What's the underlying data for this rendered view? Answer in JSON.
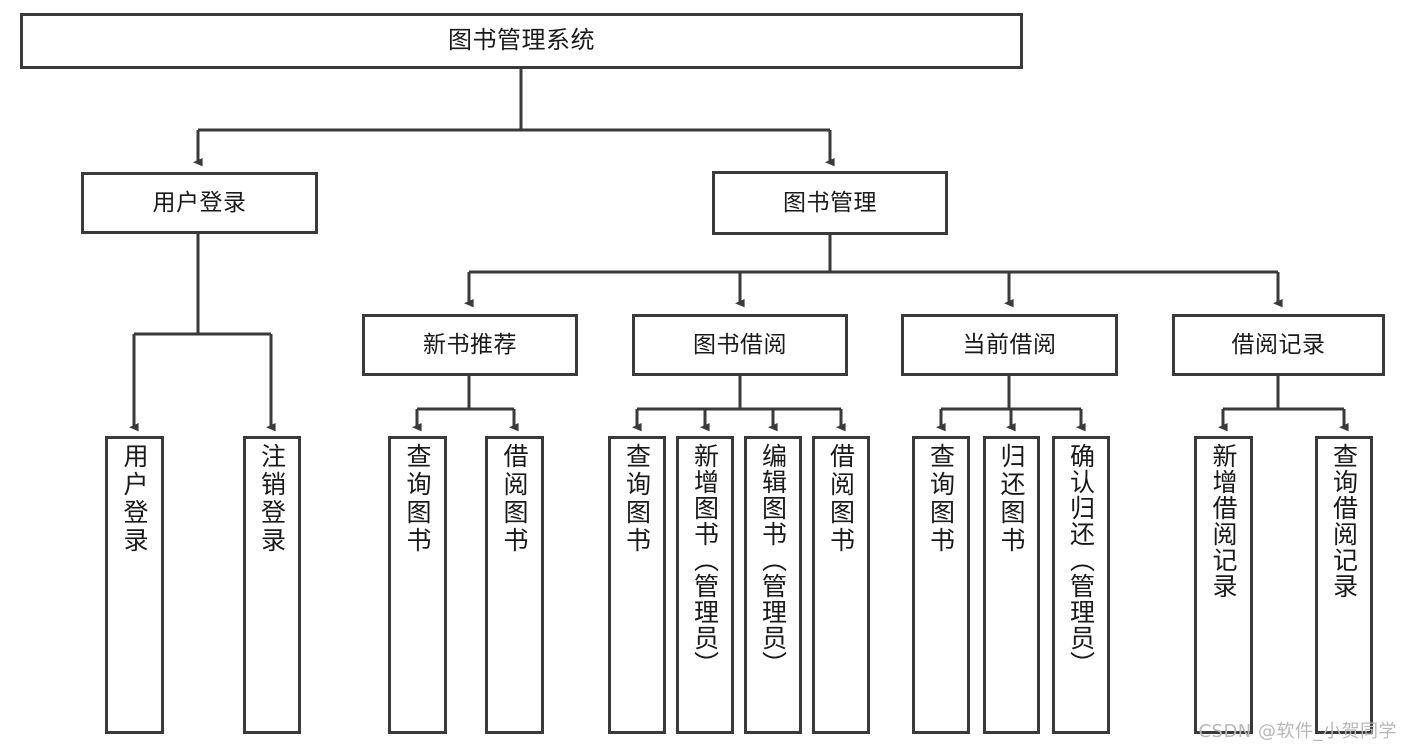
{
  "diagram": {
    "title": "图书管理系统",
    "watermark": "CSDN @软件_小贺同学",
    "colors": {
      "stroke": "#3a3a3a",
      "fill": "#ffffff",
      "text": "#1a1a1a",
      "watermark": "#b8b8b8"
    },
    "nodes": {
      "root": {
        "label": "图书管理系统"
      },
      "level2": [
        {
          "id": "user-login",
          "label": "用户登录"
        },
        {
          "id": "book-manage",
          "label": "图书管理"
        }
      ],
      "level3": [
        {
          "id": "new-book-recommend",
          "label": "新书推荐"
        },
        {
          "id": "book-borrow",
          "label": "图书借阅"
        },
        {
          "id": "current-borrow",
          "label": "当前借阅"
        },
        {
          "id": "borrow-record",
          "label": "借阅记录"
        }
      ],
      "leaves": [
        {
          "id": "leaf-user-login",
          "label": "用户登录",
          "parent": "user-login"
        },
        {
          "id": "leaf-logout-login",
          "label": "注销登录",
          "parent": "user-login"
        },
        {
          "id": "leaf-query-book-1",
          "label": "查询图书",
          "parent": "new-book-recommend"
        },
        {
          "id": "leaf-borrow-book-1",
          "label": "借阅图书",
          "parent": "new-book-recommend"
        },
        {
          "id": "leaf-query-book-2",
          "label": "查询图书",
          "parent": "book-borrow"
        },
        {
          "id": "leaf-add-book",
          "label": "新增图书（管理员）",
          "parent": "book-borrow"
        },
        {
          "id": "leaf-edit-book",
          "label": "编辑图书（管理员）",
          "parent": "book-borrow"
        },
        {
          "id": "leaf-borrow-book-2",
          "label": "借阅图书",
          "parent": "book-borrow"
        },
        {
          "id": "leaf-query-book-3",
          "label": "查询图书",
          "parent": "current-borrow"
        },
        {
          "id": "leaf-return-book",
          "label": "归还图书",
          "parent": "current-borrow"
        },
        {
          "id": "leaf-confirm-return",
          "label": "确认归还（管理员）",
          "parent": "current-borrow"
        },
        {
          "id": "leaf-add-record",
          "label": "新增借阅记录",
          "parent": "borrow-record"
        },
        {
          "id": "leaf-query-record",
          "label": "查询借阅记录",
          "parent": "borrow-record"
        }
      ]
    }
  }
}
